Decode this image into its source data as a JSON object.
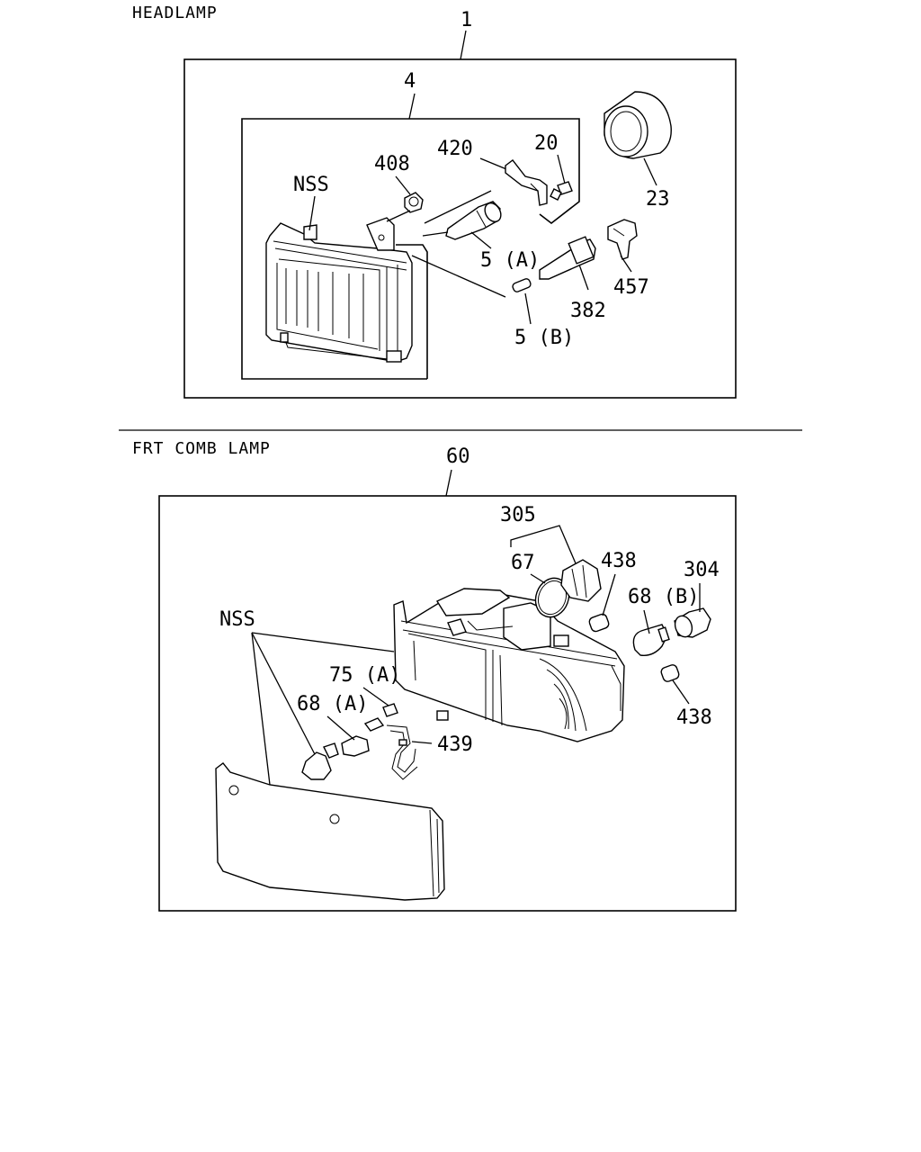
{
  "sections": {
    "headlamp": {
      "title": "HEADLAMP",
      "labels": {
        "p1": "1",
        "p4": "4",
        "p20": "20",
        "p420": "420",
        "p408": "408",
        "nss": "NSS",
        "p23": "23",
        "p5a": "5 (A)",
        "p457": "457",
        "p382": "382",
        "p5b": "5 (B)"
      }
    },
    "frt_comb_lamp": {
      "title": "FRT  COMB  LAMP",
      "labels": {
        "p60": "60",
        "p305": "305",
        "p67": "67",
        "p438a": "438",
        "p304": "304",
        "p68b": "68 (B)",
        "nss": "NSS",
        "p75a": "75 (A)",
        "p68a": "68 (A)",
        "p439": "439",
        "p438b": "438"
      }
    }
  }
}
